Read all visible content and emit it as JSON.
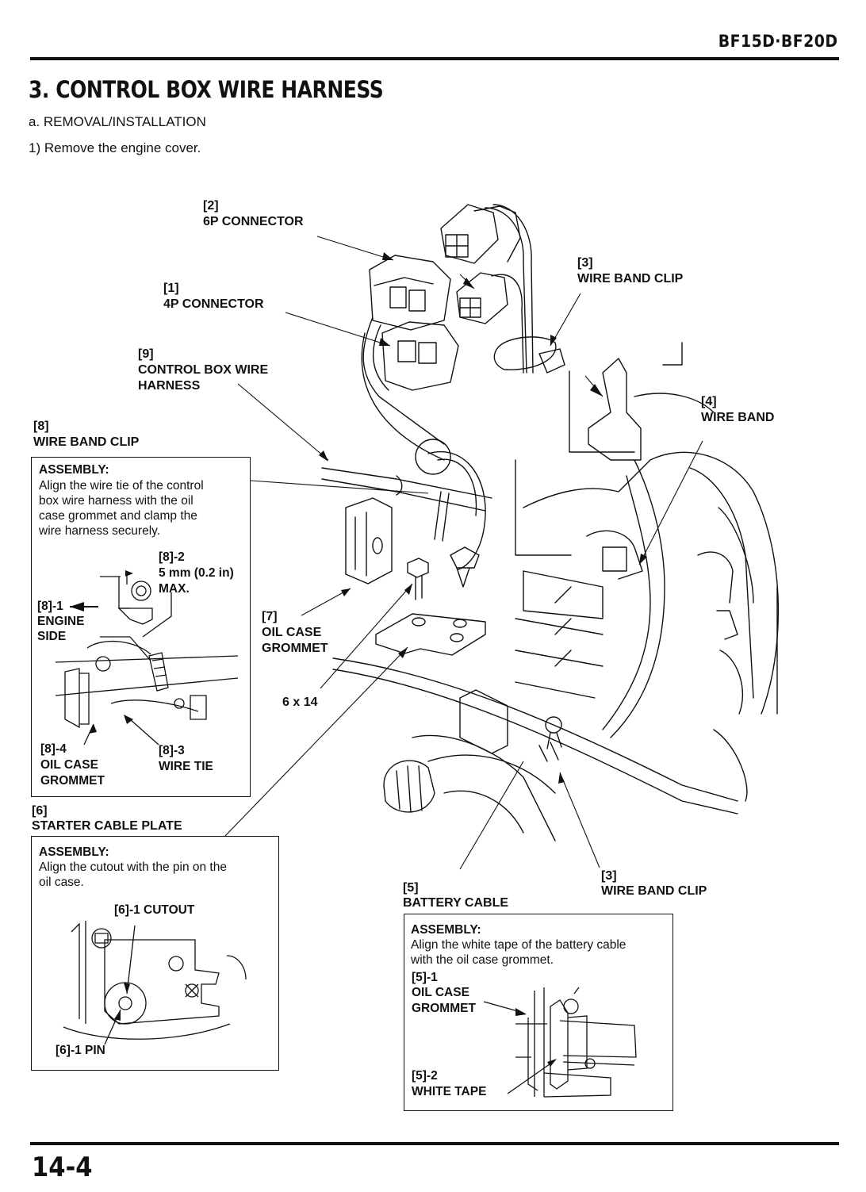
{
  "header": {
    "model": "BF15D·BF20D"
  },
  "section": {
    "title": "3. CONTROL BOX WIRE HARNESS",
    "subtitle": "a. REMOVAL/INSTALLATION",
    "step1": "1)  Remove the engine cover."
  },
  "labels": {
    "l2_num": "[2]",
    "l2_text": "6P CONNECTOR",
    "l1_num": "[1]",
    "l1_text": "4P CONNECTOR",
    "l3a_num": "[3]",
    "l3a_text": "WIRE BAND CLIP",
    "l9_num": "[9]",
    "l9_text1": "CONTROL BOX WIRE",
    "l9_text2": "HARNESS",
    "l4_num": "[4]",
    "l4_text": "WIRE BAND",
    "l8_num": "[8]",
    "l8_text": "WIRE BAND CLIP",
    "l7_num": "[7]",
    "l7_text1": "OIL CASE",
    "l7_text2": "GROMMET",
    "bolt": "6 x 14",
    "l6_num": "[6]",
    "l6_text": "STARTER CABLE PLATE",
    "l5_num": "[5]",
    "l5_text": "BATTERY CABLE",
    "l3b_num": "[3]",
    "l3b_text": "WIRE BAND CLIP"
  },
  "box8": {
    "heading": "ASSEMBLY:",
    "lines": [
      "Align the wire tie of the control",
      "box wire harness with the oil",
      "case grommet and clamp the",
      "wire harness securely."
    ],
    "c2_num": "[8]-2",
    "c2_text1": "5 mm (0.2 in)",
    "c2_text2": "MAX.",
    "c1_num": "[8]-1",
    "c1_text1": "ENGINE",
    "c1_text2": "SIDE",
    "c4_num": "[8]-4",
    "c4_text1": "OIL CASE",
    "c4_text2": "GROMMET",
    "c3_num": "[8]-3",
    "c3_text": "WIRE TIE"
  },
  "box6": {
    "heading": "ASSEMBLY:",
    "lines": [
      "Align the cutout  with the pin on the",
      "oil case."
    ],
    "cutout": "[6]-1 CUTOUT",
    "pin": "[6]-1 PIN"
  },
  "box5": {
    "heading": "ASSEMBLY:",
    "lines": [
      "Align the white tape of the battery cable",
      "with the oil case grommet."
    ],
    "c1_num": "[5]-1",
    "c1_text1": "OIL CASE",
    "c1_text2": "GROMMET",
    "c2_num": "[5]-2",
    "c2_text": "WHITE TAPE"
  },
  "footer": {
    "page_number": "14-4"
  }
}
